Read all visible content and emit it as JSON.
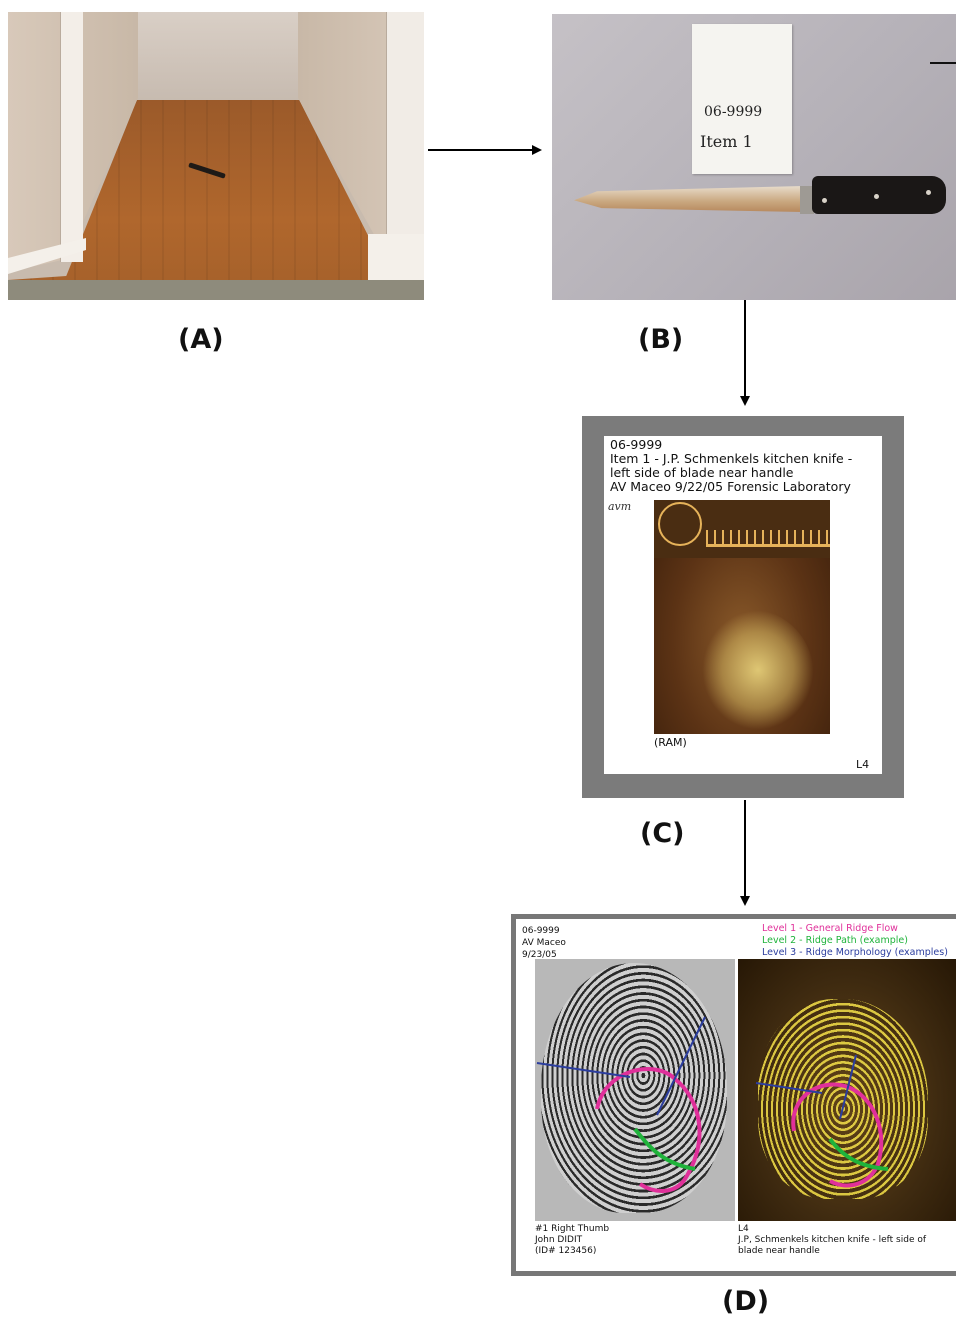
{
  "panels": {
    "a": {
      "label": "(A)"
    },
    "b": {
      "label": "(B)",
      "evidence_tag": {
        "case_number": "06-9999",
        "item": "Item 1"
      }
    },
    "c": {
      "label": "(C)",
      "card": {
        "header_line1": "06-9999",
        "header_line2": "Item 1 - J.P. Schmenkels kitchen knife -",
        "header_line3": "left side of blade near handle",
        "header_line4": "AV Maceo  9/22/05  Forensic Laboratory",
        "initials": "avm",
        "caption": "(RAM)",
        "lift_number": "L4"
      }
    },
    "d": {
      "label": "(D)",
      "meta_line1": "06-9999",
      "meta_line2": "AV Maceo",
      "meta_line3": "9/23/05",
      "legend": {
        "level1": "Level 1 - General Ridge Flow",
        "level2": "Level 2 - Ridge Path (example)",
        "level3": "Level 3 - Ridge Morphology (examples)"
      },
      "left_caption_line1": "#1 Right Thumb",
      "left_caption_line2": "John DIDIT",
      "left_caption_line3": "(ID# 123456)",
      "right_caption_line1": "L4",
      "right_caption_line2": "J.P, Schmenkels kitchen knife - left side of",
      "right_caption_line3": "blade near handle"
    }
  },
  "colors": {
    "level1": "#e0309a",
    "level2": "#1fb33b",
    "level3": "#2b3d9e",
    "card_frame": "#7b7b7b"
  }
}
